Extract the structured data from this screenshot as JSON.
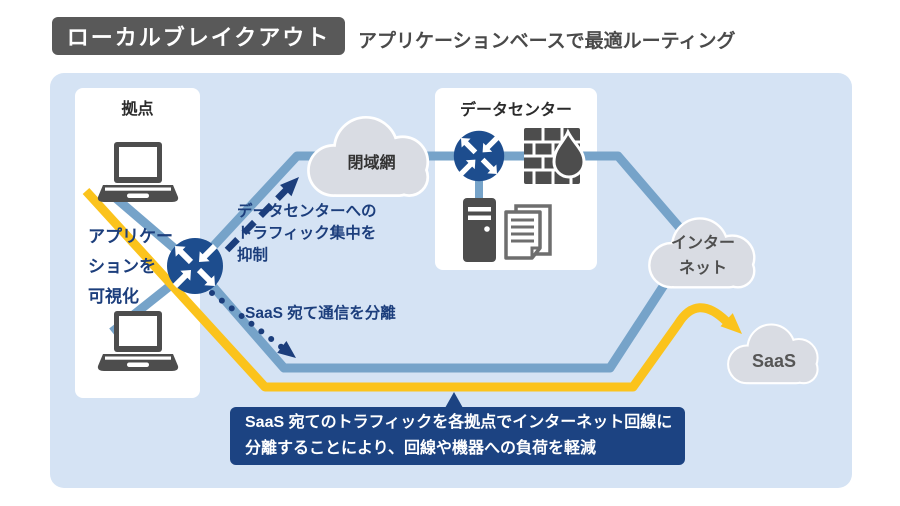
{
  "header": {
    "title": "ローカルブレイクアウト",
    "subtitle": "アプリケーションベースで最適ルーティング"
  },
  "site": {
    "label": "拠点",
    "note_lines": [
      "アプリケー",
      "ションを",
      "可視化"
    ]
  },
  "closed_network": {
    "label": "閉域網"
  },
  "datacenter": {
    "label": "データセンター"
  },
  "internet": {
    "label_lines": [
      "インター",
      "ネット"
    ]
  },
  "saas": {
    "label": "SaaS"
  },
  "annotations": {
    "dc_traffic_lines": [
      "データセンターへの",
      "トラフィック集中を",
      "抑制"
    ],
    "saas_split": "SaaS 宛て通信を分離"
  },
  "callout": {
    "lines": [
      "SaaS 宛てのトラフィックを各拠点でインターネット回線に",
      "分離することにより、回線や機器への負荷を軽減"
    ]
  },
  "icons": {
    "router": "quad-arrow-circle-router",
    "laptop": "laptop",
    "firewall": "brick-wall-with-flame",
    "server": "server-tower",
    "documents": "paper-documents",
    "cloud": "cloud-bubble"
  },
  "colors": {
    "panel_bg": "#d5e3f4",
    "title_bg": "#595959",
    "subtitle_text": "#4a4a4a",
    "navy_text": "#1c3e7c",
    "callout_bg": "#1c4382",
    "line_blue": "#76a3c9",
    "line_yellow": "#fbc31c",
    "router_blue": "#1d4d8e",
    "icon_gray": "#4d4d4d",
    "cloud_fill": "#d9dce3",
    "cloud_stroke": "#ffffff",
    "box_bg": "#ffffff"
  }
}
